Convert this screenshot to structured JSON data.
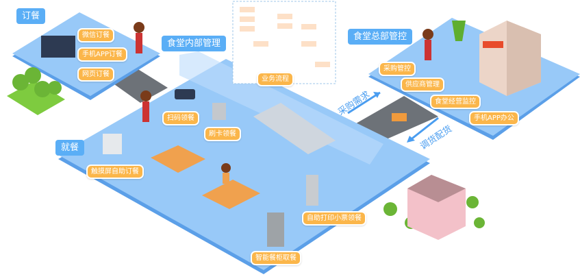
{
  "sections": {
    "ordering": "订餐",
    "internal": "食堂内部管理",
    "hq": "食堂总部管控",
    "dining": "就餐"
  },
  "ordering_items": [
    "微信订餐",
    "手机APP订餐",
    "网页订餐"
  ],
  "internal_items": {
    "process": "业务流程",
    "scan": "扫码领餐",
    "card": "刷卡领餐",
    "touch": "触摸屏自助订餐",
    "print": "自助打印小票领餐",
    "cabinet": "智能餐柜取餐"
  },
  "hq_items": [
    "采购管控",
    "供应商管理",
    "食堂经营监控",
    "手机APP办公"
  ],
  "flows": {
    "purchase_demand": "采购需求",
    "dispatch": "调货配货"
  },
  "colors": {
    "platform": "#8fc3f7",
    "section_bg": "#5aaef6",
    "label_bg": "#fbb64a",
    "road": "#6d7278"
  }
}
